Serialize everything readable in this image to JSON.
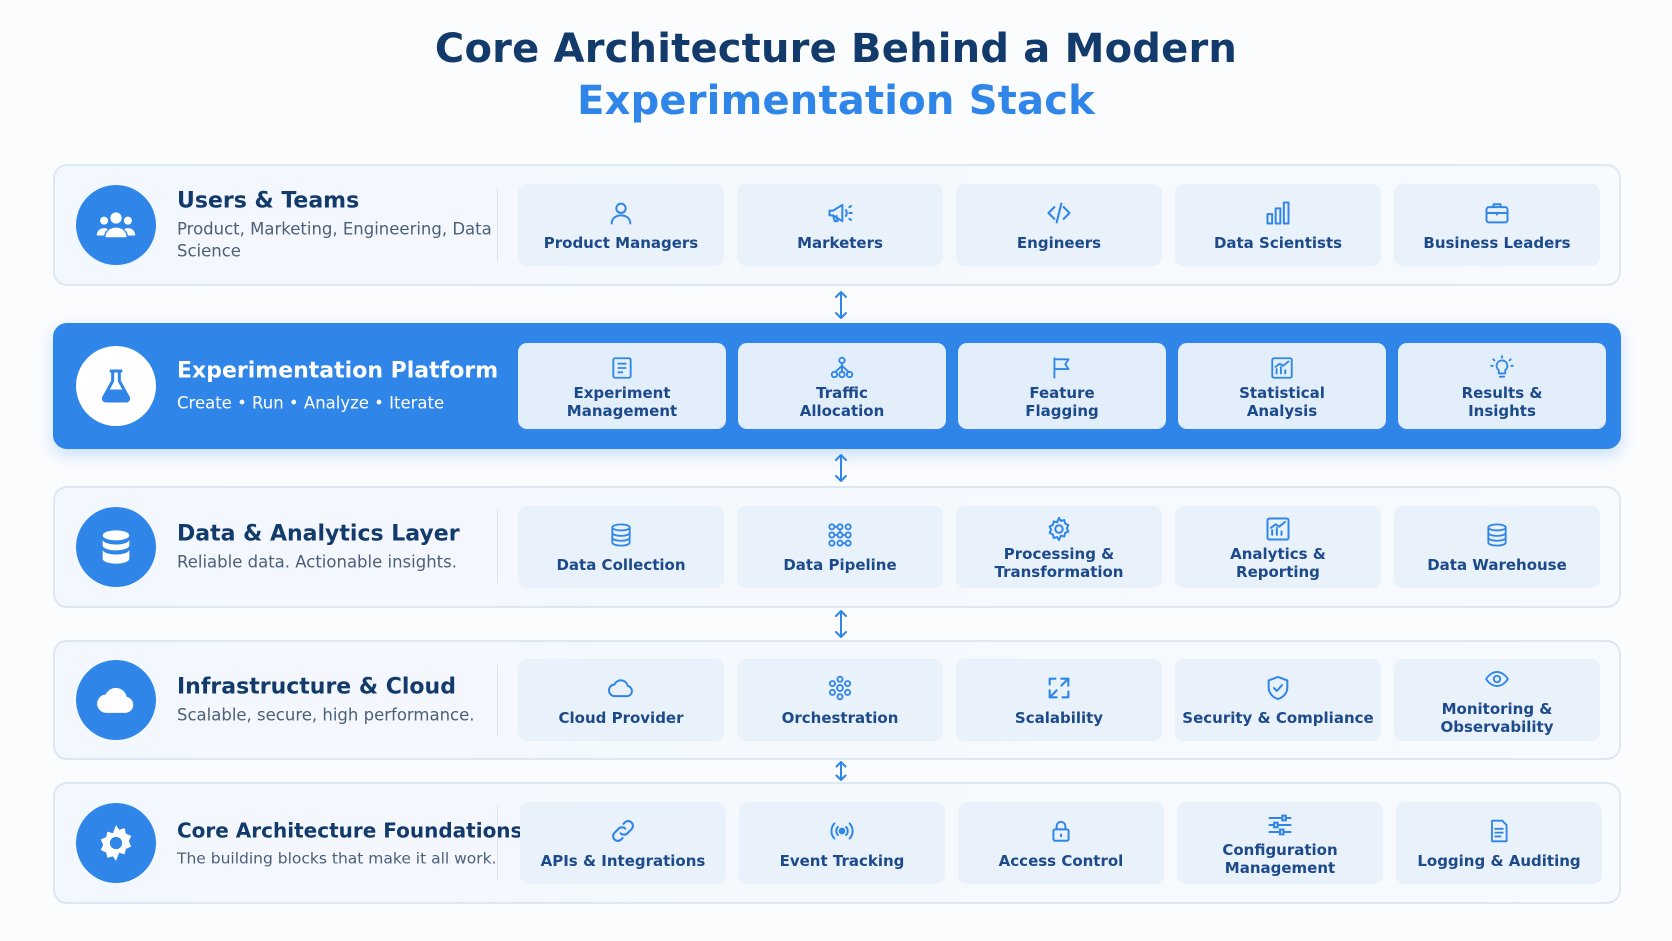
{
  "title": {
    "line1": "Core Architecture Behind a Modern",
    "line2": "Experimentation Stack"
  },
  "colors": {
    "accent": "#2f86e8",
    "navy": "#123a6b",
    "card_bg": "#e9f1fb"
  },
  "layers": [
    {
      "title": "Users & Teams",
      "subtitle": "Product, Marketing, Engineering, Data Science",
      "icon": "users-icon",
      "cards": [
        {
          "label": "Product Managers",
          "icon": "person-icon"
        },
        {
          "label": "Marketers",
          "icon": "megaphone-icon"
        },
        {
          "label": "Engineers",
          "icon": "code-icon"
        },
        {
          "label": "Data Scientists",
          "icon": "bar-chart-icon"
        },
        {
          "label": "Business Leaders",
          "icon": "briefcase-icon"
        }
      ]
    },
    {
      "title": "Experimentation Platform",
      "subtitle": "Create • Run • Analyze • Iterate",
      "icon": "flask-icon",
      "cards": [
        {
          "label": "Experiment\nManagement",
          "icon": "document-icon"
        },
        {
          "label": "Traffic\nAllocation",
          "icon": "network-icon"
        },
        {
          "label": "Feature\nFlagging",
          "icon": "flag-icon"
        },
        {
          "label": "Statistical\nAnalysis",
          "icon": "chart-icon"
        },
        {
          "label": "Results &\nInsights",
          "icon": "lightbulb-icon"
        }
      ]
    },
    {
      "title": "Data & Analytics Layer",
      "subtitle": "Reliable data. Actionable insights.",
      "icon": "database-icon",
      "cards": [
        {
          "label": "Data Collection",
          "icon": "database-icon"
        },
        {
          "label": "Data Pipeline",
          "icon": "pipeline-icon"
        },
        {
          "label": "Processing &\nTransformation",
          "icon": "gear-icon"
        },
        {
          "label": "Analytics &\nReporting",
          "icon": "chart-icon"
        },
        {
          "label": "Data Warehouse",
          "icon": "database-icon"
        }
      ]
    },
    {
      "title": "Infrastructure & Cloud",
      "subtitle": "Scalable, secure, high performance.",
      "icon": "cloud-icon",
      "cards": [
        {
          "label": "Cloud Provider",
          "icon": "cloud-icon"
        },
        {
          "label": "Orchestration",
          "icon": "orchestration-icon"
        },
        {
          "label": "Scalability",
          "icon": "expand-icon"
        },
        {
          "label": "Security & Compliance",
          "icon": "shield-icon"
        },
        {
          "label": "Monitoring & Observability",
          "icon": "eye-icon"
        }
      ]
    },
    {
      "title": "Core Architecture Foundations",
      "subtitle": "The building blocks that make it all work.",
      "icon": "gear-icon",
      "cards": [
        {
          "label": "APIs & Integrations",
          "icon": "link-icon"
        },
        {
          "label": "Event Tracking",
          "icon": "broadcast-icon"
        },
        {
          "label": "Access Control",
          "icon": "lock-icon"
        },
        {
          "label": "Configuration\nManagement",
          "icon": "sliders-icon"
        },
        {
          "label": "Logging & Auditing",
          "icon": "log-icon"
        }
      ]
    }
  ]
}
